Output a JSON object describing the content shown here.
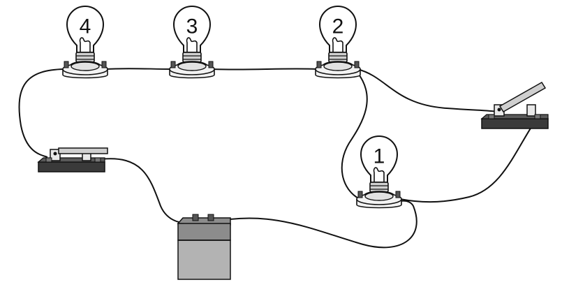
{
  "bulbs": [
    {
      "label": "4"
    },
    {
      "label": "3"
    },
    {
      "label": "2"
    },
    {
      "label": "1"
    }
  ],
  "colors": {
    "wire": "#111111",
    "switch_base": "#3a3a3a",
    "battery_body": "#b3b3b3",
    "battery_top": "#8c8c8c",
    "bulb_base": "#f3f3f3",
    "lever": "#cfcfcf"
  },
  "components": {
    "switches": [
      "left-switch",
      "right-switch"
    ],
    "battery": "battery"
  }
}
